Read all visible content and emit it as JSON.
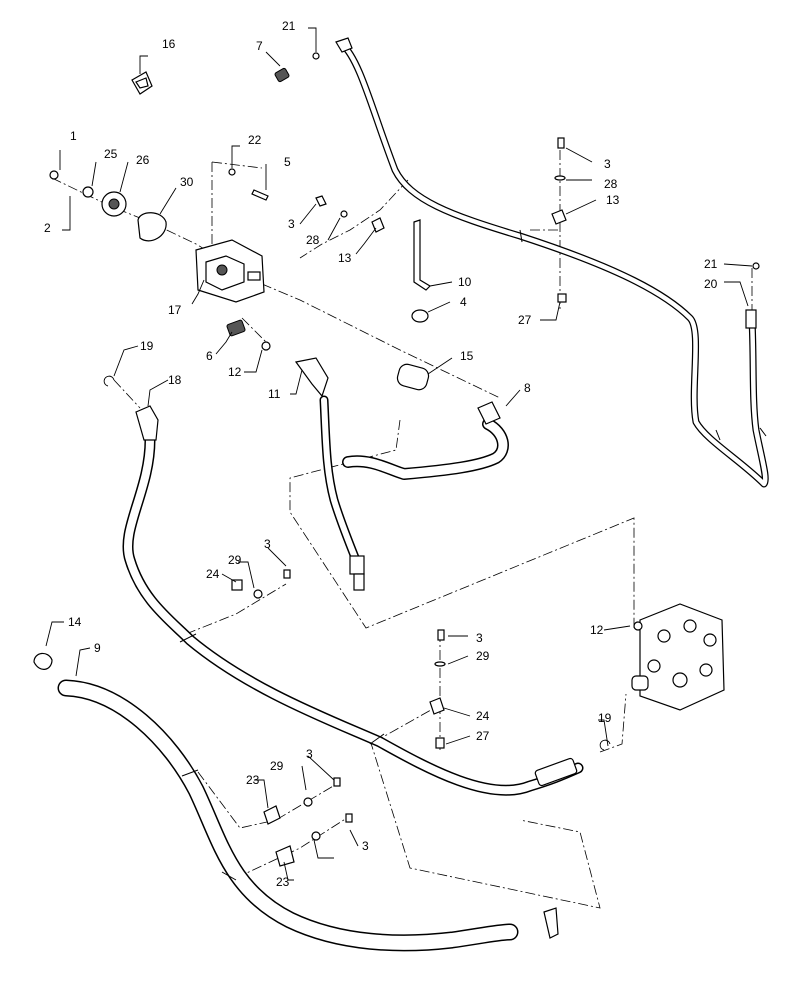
{
  "diagram": {
    "callouts": [
      {
        "id": "c1",
        "label": "1"
      },
      {
        "id": "c2",
        "label": "2"
      },
      {
        "id": "c3a",
        "label": "3"
      },
      {
        "id": "c3b",
        "label": "3"
      },
      {
        "id": "c3c",
        "label": "3"
      },
      {
        "id": "c3d",
        "label": "3"
      },
      {
        "id": "c3e",
        "label": "3"
      },
      {
        "id": "c3f",
        "label": "3"
      },
      {
        "id": "c4",
        "label": "4"
      },
      {
        "id": "c5",
        "label": "5"
      },
      {
        "id": "c6",
        "label": "6"
      },
      {
        "id": "c7",
        "label": "7"
      },
      {
        "id": "c8",
        "label": "8"
      },
      {
        "id": "c9",
        "label": "9"
      },
      {
        "id": "c10",
        "label": "10"
      },
      {
        "id": "c11",
        "label": "11"
      },
      {
        "id": "c12a",
        "label": "12"
      },
      {
        "id": "c12b",
        "label": "12"
      },
      {
        "id": "c13a",
        "label": "13"
      },
      {
        "id": "c13b",
        "label": "13"
      },
      {
        "id": "c14",
        "label": "14"
      },
      {
        "id": "c15",
        "label": "15"
      },
      {
        "id": "c16",
        "label": "16"
      },
      {
        "id": "c17",
        "label": "17"
      },
      {
        "id": "c18",
        "label": "18"
      },
      {
        "id": "c19a",
        "label": "19"
      },
      {
        "id": "c19b",
        "label": "19"
      },
      {
        "id": "c20",
        "label": "20"
      },
      {
        "id": "c21a",
        "label": "21"
      },
      {
        "id": "c21b",
        "label": "21"
      },
      {
        "id": "c22",
        "label": "22"
      },
      {
        "id": "c23a",
        "label": "23"
      },
      {
        "id": "c23b",
        "label": "23"
      },
      {
        "id": "c24a",
        "label": "24"
      },
      {
        "id": "c24b",
        "label": "24"
      },
      {
        "id": "c25",
        "label": "25"
      },
      {
        "id": "c26",
        "label": "26"
      },
      {
        "id": "c27a",
        "label": "27"
      },
      {
        "id": "c27b",
        "label": "27"
      },
      {
        "id": "c28a",
        "label": "28"
      },
      {
        "id": "c28b",
        "label": "28"
      },
      {
        "id": "c29a",
        "label": "29"
      },
      {
        "id": "c29b",
        "label": "29"
      },
      {
        "id": "c29c",
        "label": "29"
      },
      {
        "id": "c30",
        "label": "30"
      }
    ]
  }
}
